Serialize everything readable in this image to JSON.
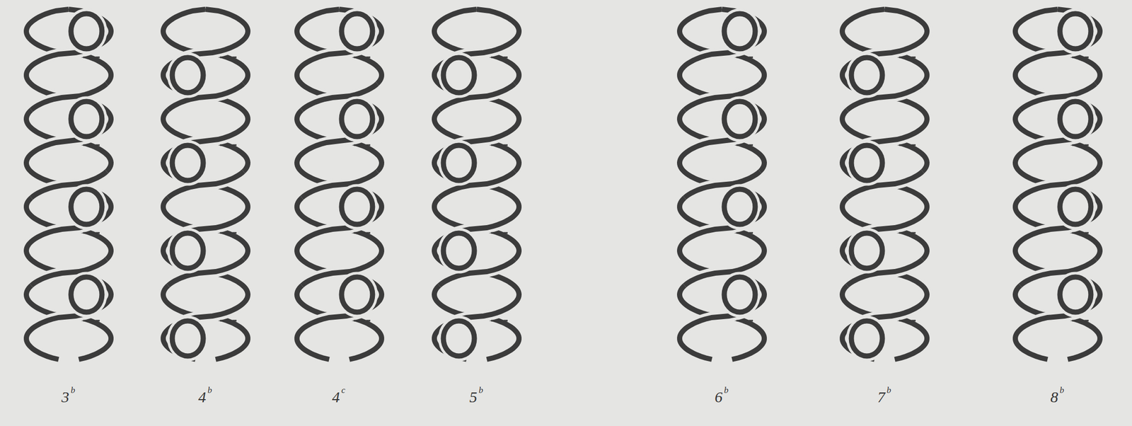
{
  "diagram": {
    "labels": [
      "3",
      "b",
      "4",
      "b",
      "4",
      "c",
      "5",
      "b",
      "6",
      "b",
      "7",
      "b",
      "8",
      "b"
    ]
  }
}
